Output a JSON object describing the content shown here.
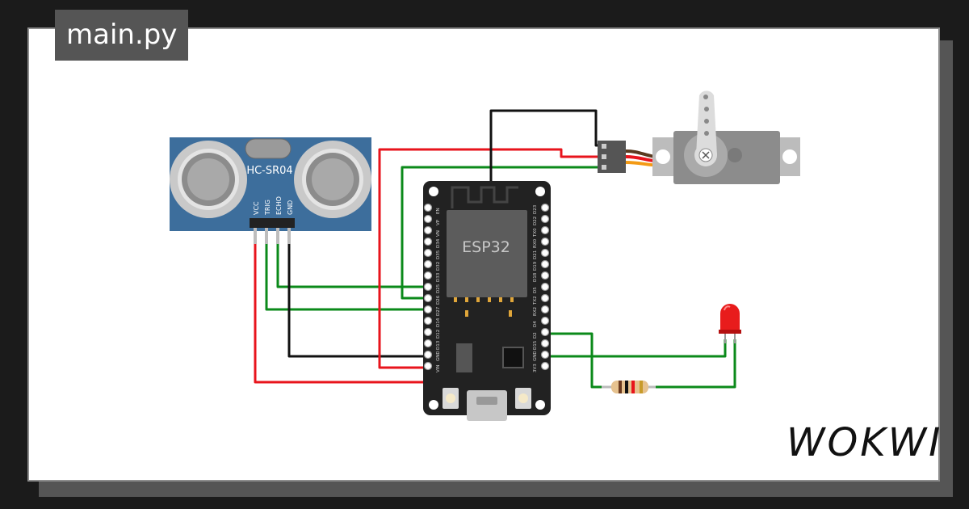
{
  "file_tab": {
    "label": "main.py"
  },
  "brand": {
    "label": "WOKWI"
  },
  "sensor": {
    "model": "HC-SR04",
    "pins": [
      "VCC",
      "TRIG",
      "ECHO",
      "GND"
    ]
  },
  "board": {
    "chip_label": "ESP32",
    "left_pins": [
      "EN",
      "VP",
      "VN",
      "D34",
      "D35",
      "D32",
      "D33",
      "D25",
      "D26",
      "D27",
      "D14",
      "D12",
      "D13",
      "GND",
      "VIN"
    ],
    "right_pins": [
      "D23",
      "D22",
      "TX0",
      "RX0",
      "D21",
      "D19",
      "D18",
      "D5",
      "TX2",
      "RX2",
      "D4",
      "D2",
      "D15",
      "GND",
      "3V3"
    ]
  },
  "colors": {
    "wire_red": "#e8141c",
    "wire_green": "#0b8a1a",
    "wire_black": "#111111",
    "board": "#222222",
    "sensor_pcb": "#3d6e9c",
    "led": "#e81c1c",
    "servo": "#8c8c8c"
  },
  "icons": {
    "servo_horn": "servo-horn-icon",
    "led": "red-led-icon",
    "resistor": "resistor-icon",
    "usb_port": "usb-port-icon"
  }
}
